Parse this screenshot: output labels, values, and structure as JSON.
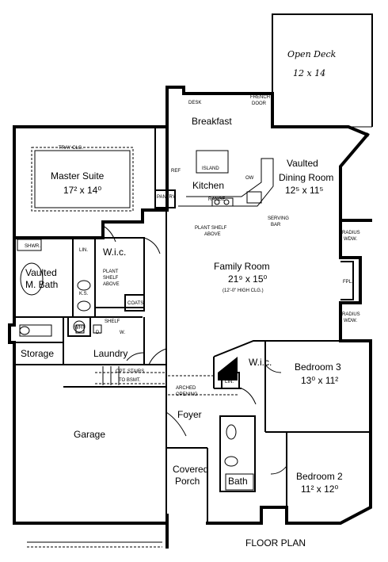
{
  "plan_title": "FLOOR PLAN",
  "rooms": {
    "open_deck": {
      "name": "Open Deck",
      "dims": "12 x 14"
    },
    "breakfast": {
      "name": "Breakfast"
    },
    "vaulted_dining": {
      "prefix": "Vaulted",
      "name": "Dining Room",
      "dims": "12⁵ x 11⁵"
    },
    "master_suite": {
      "name": "Master Suite",
      "dims": "17² x 14⁰"
    },
    "kitchen": {
      "name": "Kitchen"
    },
    "family_room": {
      "name": "Family Room",
      "dims": "21⁹ x 15⁰",
      "note": "(12'-0\" HIGH CLG.)"
    },
    "vaulted_mbath": {
      "name": "Vaulted",
      "name2": "M. Bath"
    },
    "wic_master": {
      "name": "W.i.c."
    },
    "bedroom3": {
      "name": "Bedroom 3",
      "dims": "13⁰ x 11²"
    },
    "wic_bed3": {
      "name": "W.i.c."
    },
    "storage": {
      "name": "Storage"
    },
    "laundry": {
      "name": "Laundry"
    },
    "garage": {
      "name": "Garage"
    },
    "foyer": {
      "name": "Foyer"
    },
    "covered_porch": {
      "name": "Covered",
      "name2": "Porch"
    },
    "bath": {
      "name": "Bath"
    },
    "bedroom2": {
      "name": "Bedroom 2",
      "dims": "11² x 12⁰"
    }
  },
  "notes": {
    "desk": "DESK",
    "french_door": "FRENCH",
    "french_door2": "DOOR",
    "tray_clg": "TRAY CLG.",
    "island": "ISLAND",
    "ref": "REF",
    "ow": "OW",
    "pantry": "PANTRY",
    "range": "RANGE",
    "serving": "SERVING",
    "serving2": "BAR",
    "plant_shelf_above": "PLANT SHELF",
    "plant_shelf_above2": "ABOVE",
    "shwr": "SHWR.",
    "lin": "LIN.",
    "ks": "K.S.",
    "plant_shelf_wic": "PLANT",
    "plant_shelf_wic2": "SHELF",
    "plant_shelf_wic3": "ABOVE",
    "coats": "COATS",
    "wh": "WH",
    "shelf": "SHELF",
    "d": "D.",
    "w": "W.",
    "opt_stairs": "OPT. STAIRS",
    "to_bsmt": "TO BSMT.",
    "arched_opening": "ARCHED",
    "arched_opening2": "OPENING",
    "lin2": "LIN.",
    "fpl": "FPL.",
    "radius_wdw_top": "RADIUS",
    "radius_wdw_top2": "WDW.",
    "radius_wdw_bot": "RADIUS",
    "radius_wdw_bot2": "WDW."
  }
}
